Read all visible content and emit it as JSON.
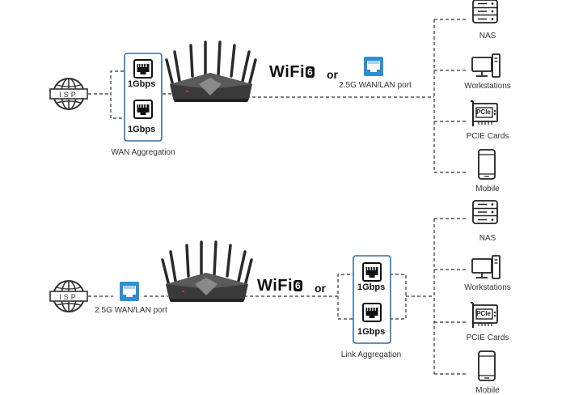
{
  "top": {
    "isp_label": "ISP",
    "port_speed_1": "1Gbps",
    "port_speed_2": "1Gbps",
    "aggregation_label": "WAN Aggregation",
    "wifi_label": "WiFi",
    "wifi_version": "6",
    "or_label": "or",
    "port_label": "2.5G WAN/LAN port",
    "devices": [
      "NAS",
      "Workstations",
      "PCIE Cards",
      "Mobile"
    ]
  },
  "bottom": {
    "isp_label": "ISP",
    "port_label": "2.5G WAN/LAN port",
    "wifi_label": "WiFi",
    "wifi_version": "6",
    "or_label": "or",
    "port_speed_1": "1Gbps",
    "port_speed_2": "1Gbps",
    "aggregation_label": "Link Aggregation",
    "devices": [
      "NAS",
      "Workstations",
      "PCIE Cards",
      "Mobile"
    ]
  },
  "pcie_chip_label": "PCIe",
  "colors": {
    "port_blue": "#2a8fd6",
    "box_border": "#2d6fa6",
    "line": "#333333",
    "router": "#3a3a3a"
  },
  "icons": [
    "globe-icon",
    "ethernet-port-icon",
    "router-icon",
    "nas-icon",
    "workstation-icon",
    "pcie-card-icon",
    "mobile-icon"
  ]
}
